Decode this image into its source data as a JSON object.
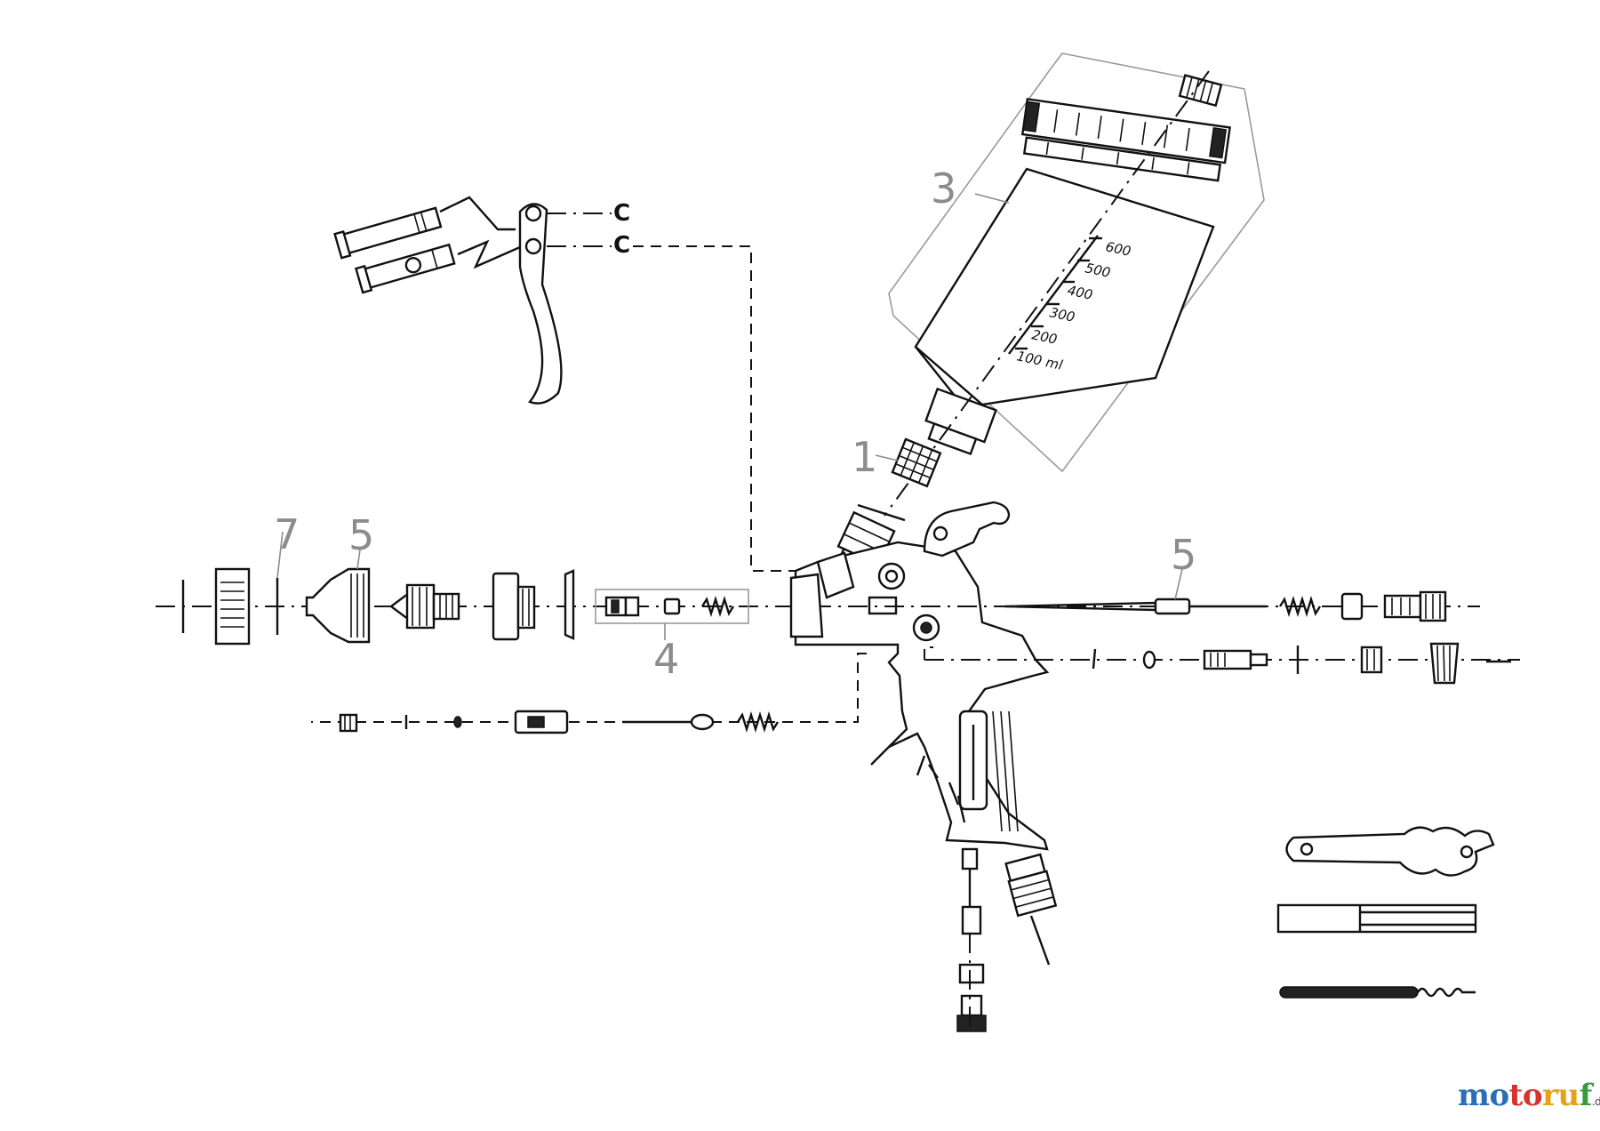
{
  "callouts": {
    "cup": "3",
    "filter": "1",
    "nozzle_left": "7",
    "air_cap": "5",
    "needle": "5",
    "needle_kit": "4"
  },
  "cup_scale": [
    "600",
    "500",
    "400",
    "300",
    "200",
    "100 ml"
  ],
  "watermark": {
    "brand_1": "mo",
    "brand_2": "to",
    "brand_3": "ru",
    "brand_4": "f",
    "tld": ".de"
  }
}
